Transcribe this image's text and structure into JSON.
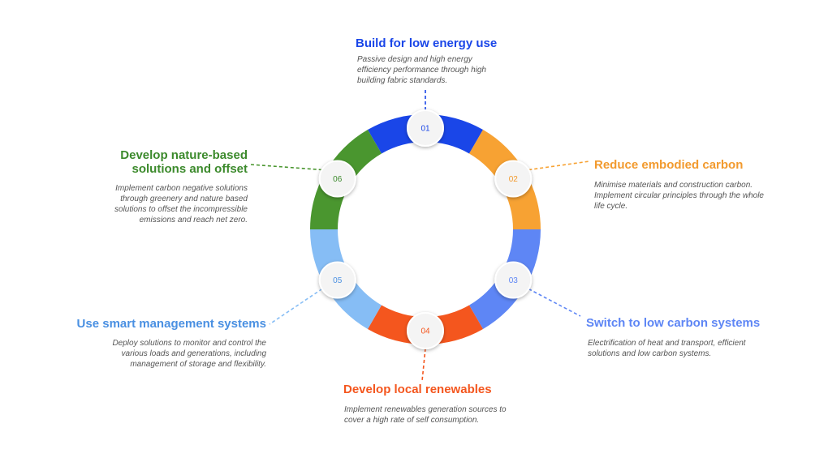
{
  "steps": [
    {
      "number": "01",
      "title": "Build for low energy use",
      "description": "Passive design and high energy efficiency performance through high building fabric standards.",
      "color": "#1a46e8",
      "marker_text_color": "#1a46e8"
    },
    {
      "number": "02",
      "title": "Reduce embodied carbon",
      "description": "Minimise materials and construction carbon. Implement circular principles through the whole life cycle.",
      "color": "#f7a233",
      "marker_text_color": "#f29a2e"
    },
    {
      "number": "03",
      "title": "Switch to low carbon systems",
      "description": "Electrification of heat and transport, efficient solutions and low carbon systems.",
      "color": "#5e86f5",
      "marker_text_color": "#5e86f5"
    },
    {
      "number": "04",
      "title": "Develop local renewables",
      "description": "Implement renewables generation sources to cover a high rate of self consumption.",
      "color": "#f4561e",
      "marker_text_color": "#f4561e"
    },
    {
      "number": "05",
      "title": "Use smart management systems",
      "description": "Deploy solutions to monitor and control the various loads and generations, including management of storage and flexibility.",
      "color": "#86bdf5",
      "marker_text_color": "#4a90e2"
    },
    {
      "number": "06",
      "title": "Develop nature-based solutions and offset",
      "description": "Implement carbon negative solutions through greenery and nature based solutions to offset the incompressible emissions and reach net zero.",
      "color": "#4a962f",
      "marker_text_color": "#3c8a2c"
    }
  ],
  "labels": {
    "step1_title": "Build for low energy use",
    "step1_desc_lines": [
      "Passive design and high energy",
      "efficiency performance through high",
      "building fabric standards."
    ],
    "step2_title": "Reduce embodied carbon",
    "step2_desc_lines": [
      "Minimise materials and construction carbon.",
      "Implement circular principles through the whole",
      "life cycle."
    ],
    "step3_title": "Switch to low carbon systems",
    "step3_desc_lines": [
      "Electrification of heat and transport, efficient",
      "solutions and low carbon systems."
    ],
    "step4_title": "Develop local renewables",
    "step4_desc_lines": [
      "Implement renewables generation sources to",
      "cover a high rate of self consumption."
    ],
    "step5_title": "Use smart management systems",
    "step5_desc_lines": [
      "Deploy solutions to monitor and control the",
      "various loads and generations, including",
      "management of storage and flexibility."
    ],
    "step6_title_lines": [
      "Develop nature-based",
      "solutions and offset"
    ],
    "step6_desc_lines": [
      "Implement carbon negative solutions",
      "through greenery and nature based",
      "solutions to offset the incompressible",
      "emissions and reach net zero."
    ]
  }
}
